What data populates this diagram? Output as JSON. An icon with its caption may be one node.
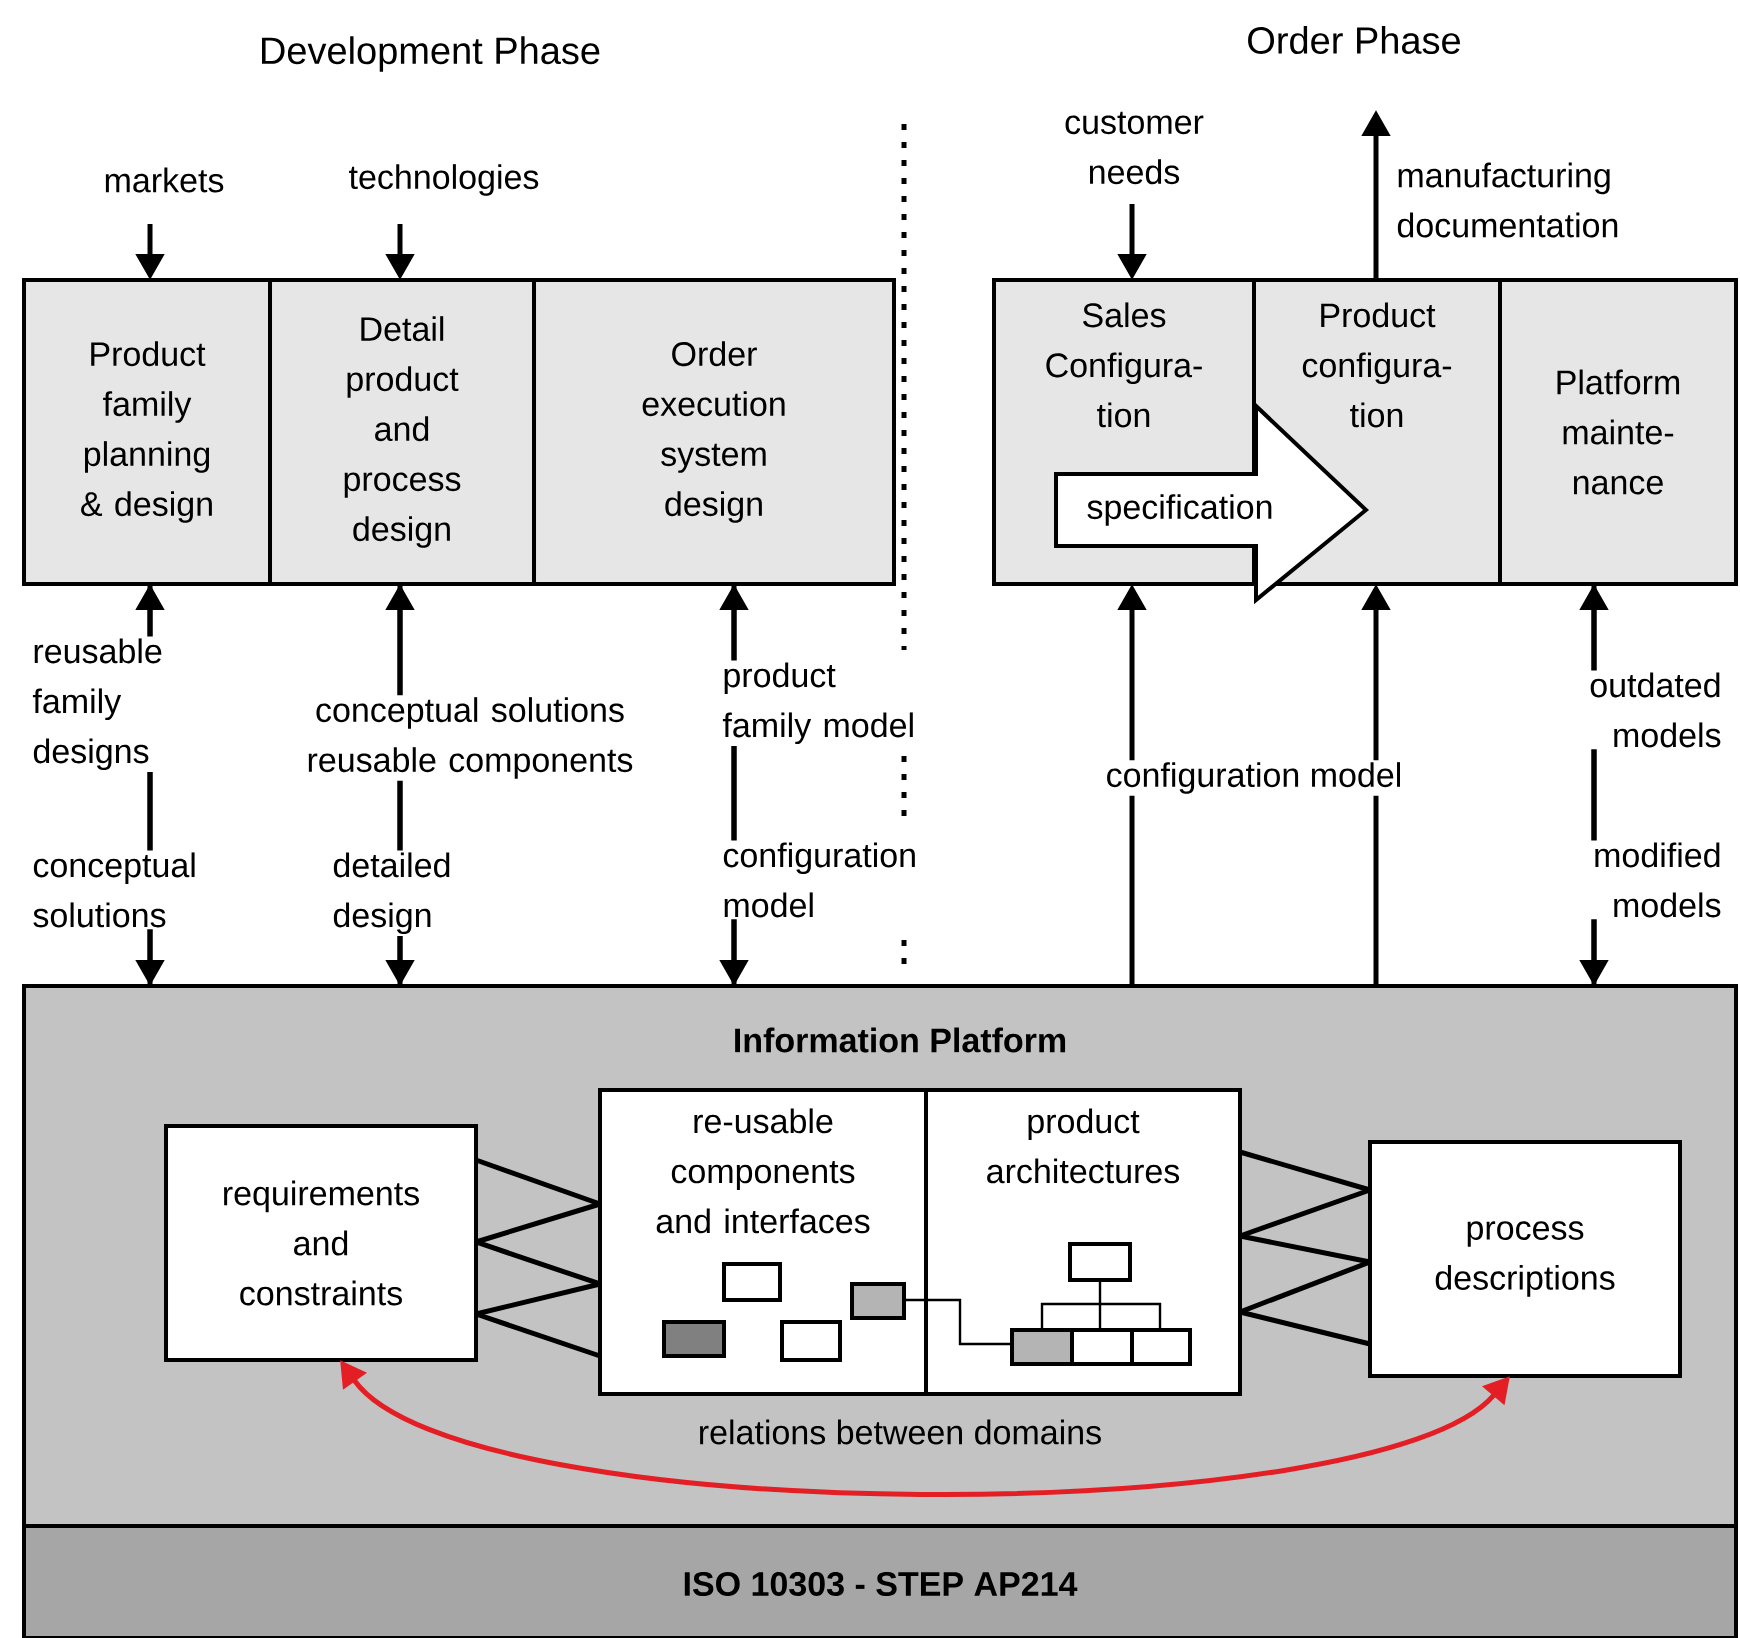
{
  "diagram": {
    "nodes": [
      {
        "text": [
          "Product family planning & design"
        ]
      },
      {
        "text": [
          "Detail product and process design"
        ]
      },
      {
        "text": [
          "Order execution system design"
        ]
      },
      {
        "text": [
          "Sales Configura- tion"
        ]
      },
      {
        "text": [
          "Product configura- tion"
        ]
      },
      {
        "text": [
          "Platform mainte- nance"
        ]
      },
      {
        "text": [
          "specification"
        ]
      },
      {
        "text": [
          "Information Platform"
        ]
      },
      {
        "text": [
          "requirements and constraints"
        ],
        "in": 7
      },
      {
        "text": [
          "re-usable components and interfaces"
        ],
        "in": 7
      },
      {
        "text": [
          "product architectures"
        ],
        "in": 7
      },
      {
        "text": [
          "process descriptions"
        ],
        "in": 7
      },
      {
        "text": [
          "ISO 10303 - STEP AP214"
        ]
      }
    ],
    "edges": [
      {
        "from": null,
        "to": 0,
        "arrow": "to",
        "label": "markets"
      },
      {
        "from": null,
        "to": 1,
        "arrow": "to",
        "label": "technologies"
      },
      {
        "from": null,
        "to": 3,
        "arrow": "to",
        "label": "customer needs"
      },
      {
        "from": 4,
        "to": null,
        "arrow": "to",
        "label": "manufacturing documentation"
      },
      {
        "from": 7,
        "to": 0,
        "arrow": "to",
        "label": "reusable family designs"
      },
      {
        "from": 0,
        "to": 7,
        "arrow": "to",
        "label": "conceptual solutions"
      },
      {
        "from": 7,
        "to": 1,
        "arrow": "to",
        "label": "conceptual solutions reusable components"
      },
      {
        "from": 1,
        "to": 7,
        "arrow": "to",
        "label": "detailed design"
      },
      {
        "from": 7,
        "to": 2,
        "arrow": "to",
        "label": "product family model"
      },
      {
        "from": 2,
        "to": 7,
        "arrow": "to",
        "label": "configuration model"
      },
      {
        "from": 7,
        "to": 3,
        "arrow": "to",
        "label": "configuration model"
      },
      {
        "from": 7,
        "to": 4,
        "arrow": "to"
      },
      {
        "from": 7,
        "to": 5,
        "arrow": "to",
        "label": "outdated models"
      },
      {
        "from": 5,
        "to": 7,
        "arrow": "to",
        "label": "modified models"
      },
      {
        "from": 8,
        "to": 9,
        "arrow": "none"
      },
      {
        "from": 8,
        "to": 9,
        "arrow": "none"
      },
      {
        "from": 8,
        "to": 9,
        "arrow": "none"
      },
      {
        "from": 8,
        "to": 9,
        "arrow": "none"
      },
      {
        "from": 8,
        "to": 9,
        "arrow": "none"
      },
      {
        "from": 10,
        "to": 11,
        "arrow": "none"
      },
      {
        "from": 10,
        "to": 11,
        "arrow": "none"
      },
      {
        "from": 10,
        "to": 11,
        "arrow": "none"
      },
      {
        "from": 10,
        "to": 11,
        "arrow": "none"
      },
      {
        "from": 10,
        "to": 11,
        "arrow": "none"
      },
      {
        "from": 8,
        "to": 11,
        "arrow": "both",
        "label": "relations between domains",
        "color": "#e31e24"
      }
    ],
    "labels": [
      "Development Phase",
      "Order Phase"
    ]
  }
}
